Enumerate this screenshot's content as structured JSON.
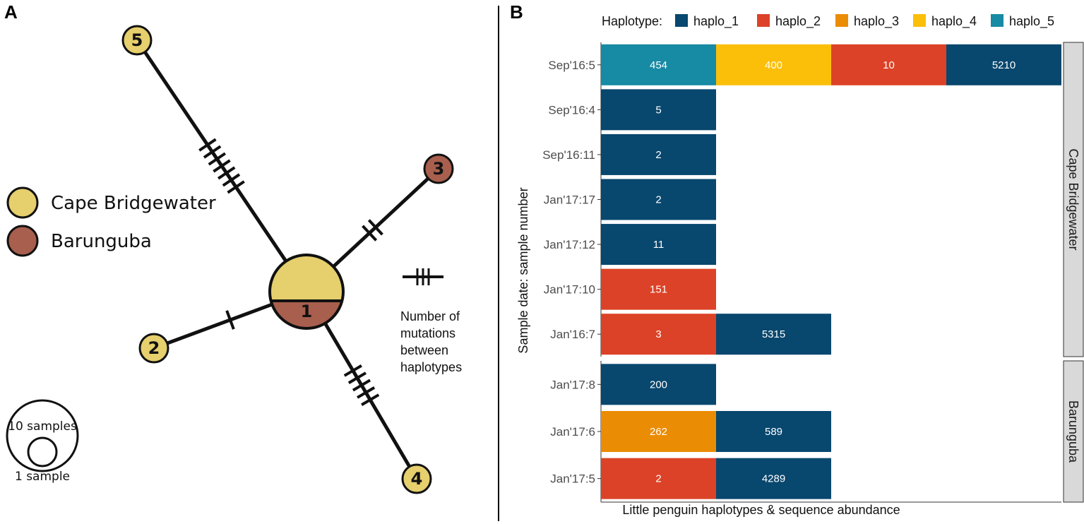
{
  "panels": {
    "a_letter": "A",
    "b_letter": "B"
  },
  "network": {
    "nodes": [
      {
        "id": "1",
        "label": "1"
      },
      {
        "id": "2",
        "label": "2"
      },
      {
        "id": "3",
        "label": "3"
      },
      {
        "id": "4",
        "label": "4"
      },
      {
        "id": "5",
        "label": "5"
      }
    ],
    "edges": [
      {
        "from": "1",
        "to": "5",
        "mutations": 7
      },
      {
        "from": "1",
        "to": "3",
        "mutations": 2
      },
      {
        "from": "1",
        "to": "2",
        "mutations": 1
      },
      {
        "from": "1",
        "to": "4",
        "mutations": 5
      }
    ],
    "colors": {
      "cape": "#e6cf6d",
      "barunguba": "#a85f4d"
    },
    "legend": [
      {
        "label": "Cape Bridgewater",
        "color": "#e6cf6d"
      },
      {
        "label": "Barunguba",
        "color": "#a85f4d"
      }
    ],
    "mutation_note": [
      "Number of",
      "mutations",
      "between",
      "haplotypes"
    ],
    "size_legend": {
      "large": "10 samples",
      "small": "1 sample"
    }
  },
  "chart_data": {
    "type": "bar",
    "orientation": "horizontal",
    "stacked": true,
    "xlabel": "Little penguin haplotypes & sequence abundance",
    "ylabel": "Sample date: sample number",
    "legend": {
      "title": "Haplotype:",
      "position": "top",
      "items": [
        {
          "name": "haplo_1",
          "color": "#08476e"
        },
        {
          "name": "haplo_2",
          "color": "#dc4227"
        },
        {
          "name": "haplo_3",
          "color": "#eb8c05"
        },
        {
          "name": "haplo_4",
          "color": "#fbbf0a"
        },
        {
          "name": "haplo_5",
          "color": "#178aa4"
        }
      ]
    },
    "facets": [
      {
        "name": "Cape Bridgewater",
        "rows": [
          {
            "label": "Sep'16:5",
            "segments": [
              {
                "haplotype": "haplo_5",
                "value": 454
              },
              {
                "haplotype": "haplo_4",
                "value": 400
              },
              {
                "haplotype": "haplo_2",
                "value": 10
              },
              {
                "haplotype": "haplo_1",
                "value": 5210
              }
            ]
          },
          {
            "label": "Sep'16:4",
            "segments": [
              {
                "haplotype": "haplo_1",
                "value": 5
              }
            ]
          },
          {
            "label": "Sep'16:11",
            "segments": [
              {
                "haplotype": "haplo_1",
                "value": 2
              }
            ]
          },
          {
            "label": "Jan'17:17",
            "segments": [
              {
                "haplotype": "haplo_1",
                "value": 2
              }
            ]
          },
          {
            "label": "Jan'17:12",
            "segments": [
              {
                "haplotype": "haplo_1",
                "value": 11
              }
            ]
          },
          {
            "label": "Jan'17:10",
            "segments": [
              {
                "haplotype": "haplo_2",
                "value": 151
              }
            ]
          },
          {
            "label": "Jan'16:7",
            "segments": [
              {
                "haplotype": "haplo_2",
                "value": 3
              },
              {
                "haplotype": "haplo_1",
                "value": 5315
              }
            ]
          }
        ]
      },
      {
        "name": "Barunguba",
        "rows": [
          {
            "label": "Jan'17:8",
            "segments": [
              {
                "haplotype": "haplo_1",
                "value": 200
              }
            ]
          },
          {
            "label": "Jan'17:6",
            "segments": [
              {
                "haplotype": "haplo_3",
                "value": 262
              },
              {
                "haplotype": "haplo_1",
                "value": 589
              }
            ]
          },
          {
            "label": "Jan'17:5",
            "segments": [
              {
                "haplotype": "haplo_2",
                "value": 2
              },
              {
                "haplotype": "haplo_1",
                "value": 4289
              }
            ]
          }
        ]
      }
    ]
  }
}
